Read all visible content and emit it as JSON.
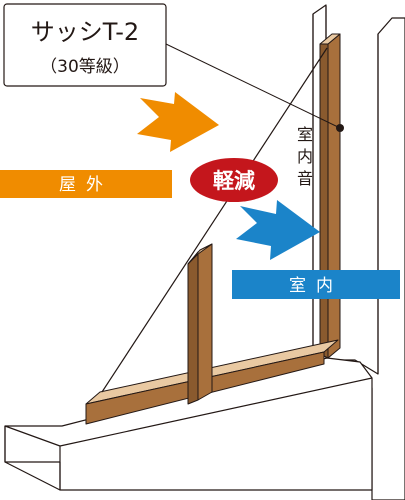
{
  "title_box": {
    "product": "サッシT-2",
    "grade": "（30等級）"
  },
  "labels": {
    "outdoor": "屋外",
    "indoor": "室内",
    "reduction": "軽減",
    "indoor_sound": "室内音"
  },
  "colors": {
    "outdoor_arrow": "#f08c00",
    "indoor_arrow": "#1b84c9",
    "reduction_badge": "#c4161c",
    "frame_wood": "#a8703c",
    "frame_wood_light": "#e9c9a2",
    "label_bar_outdoor": "#f08c00",
    "label_bar_indoor": "#1b84c9"
  }
}
